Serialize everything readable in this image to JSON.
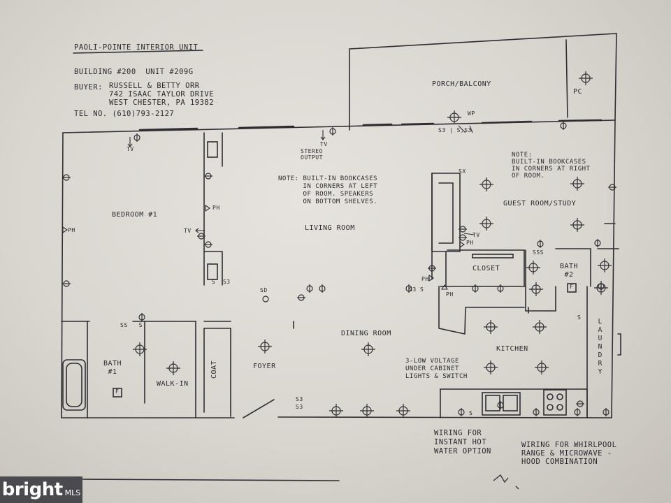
{
  "header": {
    "title": "PAOLI-POINTE INTERIOR UNIT",
    "building_line": "BUILDING #200  UNIT #209G",
    "buyer_label": "BUYER:",
    "buyer_name": "RUSSELL & BETTY ORR",
    "address_1": "742 ISAAC TAYLOR DRIVE",
    "address_2": "WEST CHESTER, PA 19382",
    "tel": "TEL NO. (610)793-2127"
  },
  "rooms": {
    "porch": "PORCH/BALCONY",
    "pc": "PC",
    "bedroom": "BEDROOM #1",
    "living": "LIVING ROOM",
    "guest": "GUEST ROOM/STUDY",
    "closet": "CLOSET",
    "bath2": "BATH\n#2",
    "dining": "DINING ROOM",
    "kitchen": "KITCHEN",
    "laundry": "LAUNDRY",
    "foyer": "FOYER",
    "coat": "COAT",
    "walkin": "WALK-IN",
    "bath1": "BATH\n#1"
  },
  "notes": {
    "living": "NOTE: BUILT-IN BOOKCASES\n      IN CORNERS AT LEFT\n      OF ROOM. SPEAKERS\n      ON BOTTOM SHELVES.",
    "guest": "NOTE:\nBUILT-IN BOOKCASES\nIN CORNERS AT RIGHT\nOF ROOM.",
    "cabinet": "3-LOW VOLTAGE\nUNDER CABINET\nLIGHTS & SWITCH",
    "hot_water": "WIRING FOR\nINSTANT HOT\nWATER OPTION",
    "whirlpool": "WIRING FOR WHIRLPOOL\nRANGE & MICROWAVE -\nHOOD COMBINATION"
  },
  "symbols": {
    "tv": "TV",
    "ph": "PH",
    "wp": "WP",
    "stereo": "STEREO\nOUTPUT",
    "s": "S",
    "s3": "S3",
    "sd": "SD",
    "sx": "SX",
    "f": "F",
    "s3s": "S3 S",
    "s_s3": "S  S3",
    "s3_s_s3": "S3 | S,S3",
    "sss": "SSS",
    "ss_s": "SS   S"
  },
  "colors": {
    "ink": "#2a2a2e",
    "paper": "#dedbd5",
    "logo_bg": "#4b4b4f"
  },
  "watermark": {
    "brand": "bright",
    "suffix": "MLS"
  }
}
